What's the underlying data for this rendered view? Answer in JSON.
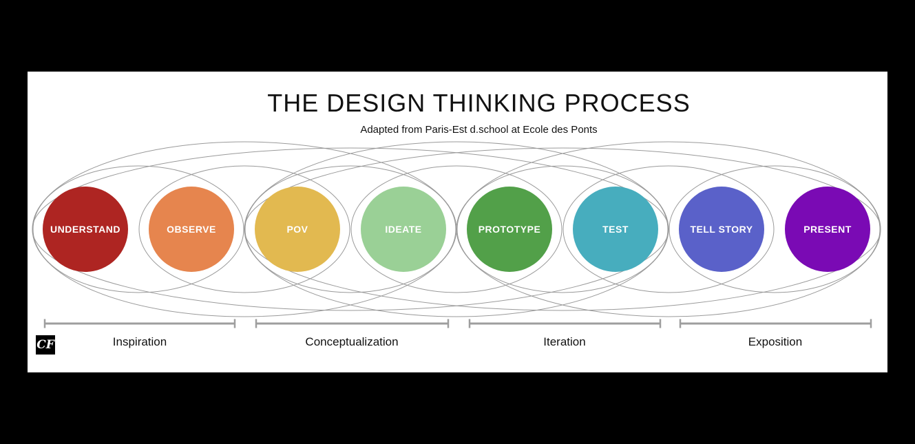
{
  "header": {
    "title": "THE DESIGN THINKING PROCESS",
    "subtitle": "Adapted from Paris-Est d.school at Ecole des Ponts"
  },
  "stages": [
    {
      "label": "UNDERSTAND",
      "color": "#AE2522"
    },
    {
      "label": "OBSERVE",
      "color": "#E6854E"
    },
    {
      "label": "POV",
      "color": "#E2B950"
    },
    {
      "label": "IDEATE",
      "color": "#9AD096"
    },
    {
      "label": "PROTOTYPE",
      "color": "#52A049"
    },
    {
      "label": "TEST",
      "color": "#47ADBE"
    },
    {
      "label": "TELL STORY",
      "color": "#5A61C9"
    },
    {
      "label": "PRESENT",
      "color": "#7A0AB4"
    }
  ],
  "phases": [
    {
      "label": "Inspiration"
    },
    {
      "label": "Conceptualization"
    },
    {
      "label": "Iteration"
    },
    {
      "label": "Exposition"
    }
  ],
  "logo": {
    "text": "CF"
  },
  "colors": {
    "background": "#000000",
    "card": "#ffffff",
    "ellipse_stroke": "#999999",
    "bracket": "#9e9e9e",
    "stage_text": "#ffffff",
    "title_text": "#111111"
  }
}
